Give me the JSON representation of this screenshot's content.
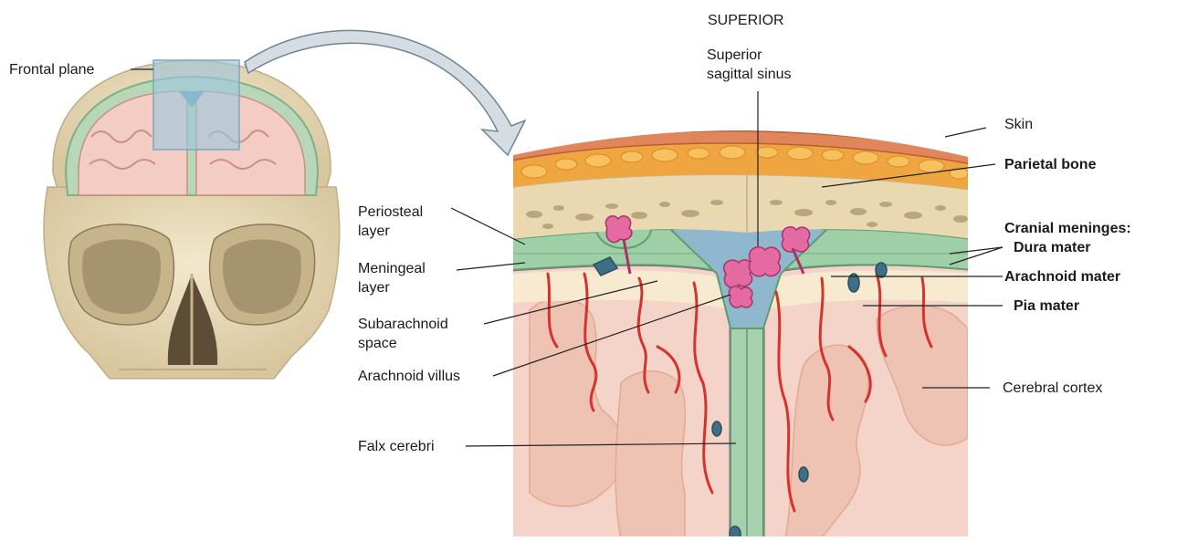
{
  "labels": {
    "frontal_plane": "Frontal plane",
    "superior": "SUPERIOR",
    "superior_sagittal_sinus": "Superior\nsagittal sinus",
    "skin": "Skin",
    "parietal_bone": "Parietal bone",
    "periosteal_layer": "Periosteal\nlayer",
    "meningeal_layer": "Meningeal\nlayer",
    "subarachnoid_space": "Subarachnoid\nspace",
    "arachnoid_villus": "Arachnoid villus",
    "falx_cerebri": "Falx cerebri",
    "cranial_meninges": "Cranial meninges:",
    "dura_mater": "Dura mater",
    "arachnoid_mater": "Arachnoid mater",
    "pia_mater": "Pia mater",
    "cerebral_cortex": "Cerebral cortex"
  },
  "colors": {
    "skin": "#e0865a",
    "fat": "#f0a640",
    "bone": "#ead9b0",
    "bone_spot": "#b9a67f",
    "dura": "#8cc49a",
    "dura_dark": "#5e9d6e",
    "sinus": "#8fb8cf",
    "arachnoid": "#8a4a8c",
    "brain": "#f4d3c8",
    "cortex": "#efc3b4",
    "vessel": "#d4332e",
    "villus": "#e46aa1",
    "plane": "#9fc6dc",
    "skull": "#e9dcbc",
    "skull_shadow": "#8a7a5a"
  }
}
